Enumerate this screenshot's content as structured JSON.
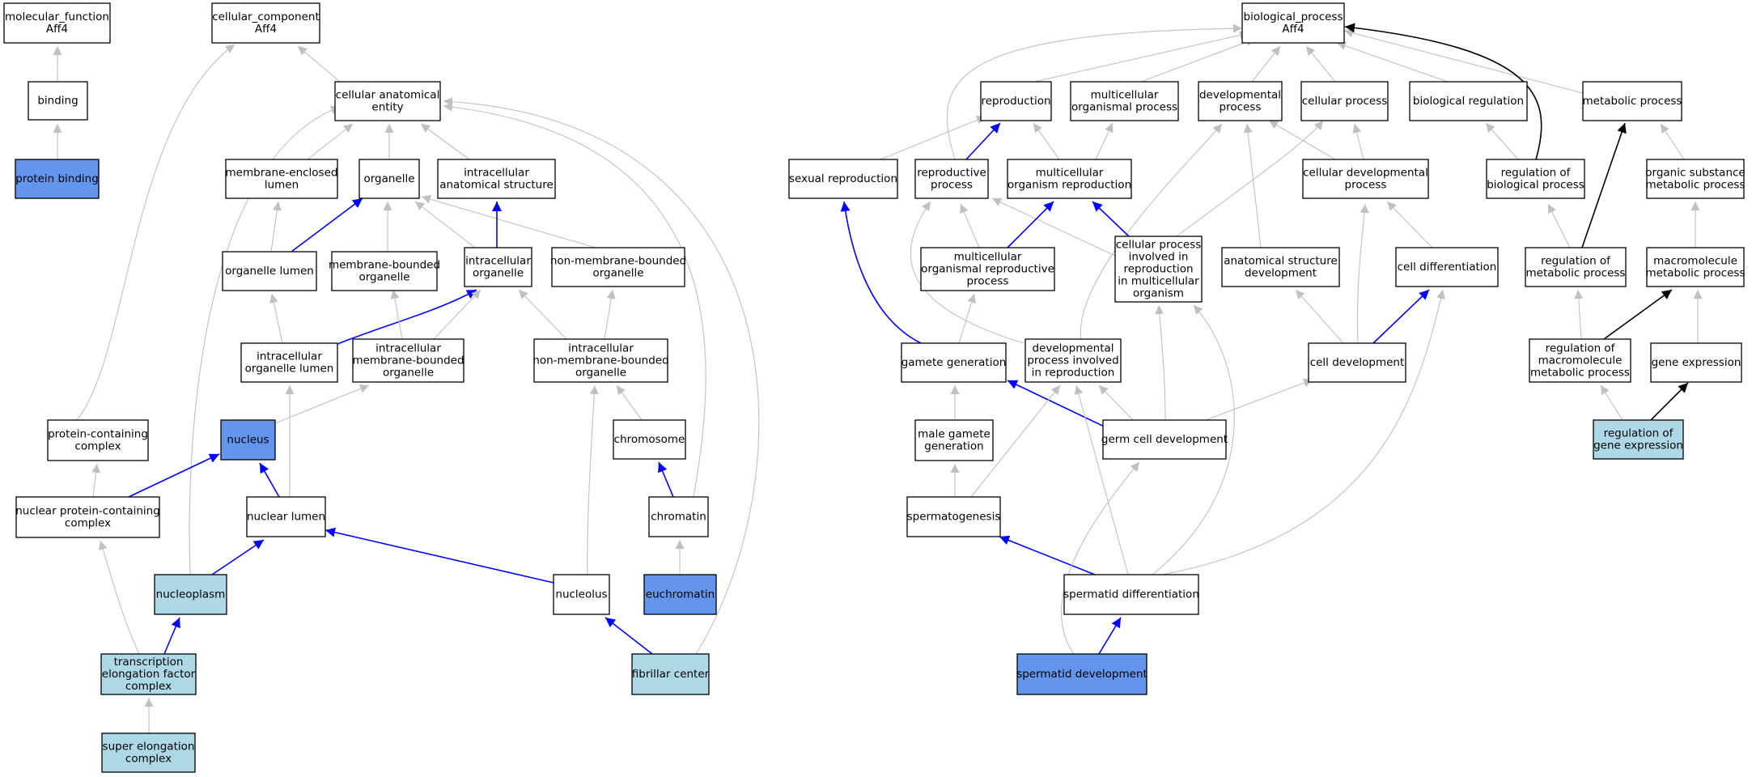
{
  "colors": {
    "node_default": "#ffffff",
    "node_annotated": "#6495ed",
    "node_light": "#add8e6",
    "edge_gray": "#c0c0c0",
    "edge_blue": "#0000ff",
    "edge_black": "#000000"
  },
  "nodes": {
    "mf": {
      "lines": [
        "molecular_function",
        "Aff4"
      ],
      "fill": "white"
    },
    "cc": {
      "lines": [
        "cellular_component",
        "Aff4"
      ],
      "fill": "white"
    },
    "binding": {
      "lines": [
        "binding"
      ],
      "fill": "white"
    },
    "protein_binding": {
      "lines": [
        "protein binding"
      ],
      "fill": "annotated"
    },
    "cae": {
      "lines": [
        "cellular anatomical",
        "entity"
      ],
      "fill": "white"
    },
    "mel": {
      "lines": [
        "membrane-enclosed",
        "lumen"
      ],
      "fill": "white"
    },
    "organelle": {
      "lines": [
        "organelle"
      ],
      "fill": "white"
    },
    "ias": {
      "lines": [
        "intracellular",
        "anatomical structure"
      ],
      "fill": "white"
    },
    "org_lumen": {
      "lines": [
        "organelle lumen"
      ],
      "fill": "white"
    },
    "mbo": {
      "lines": [
        "membrane-bounded",
        "organelle"
      ],
      "fill": "white"
    },
    "io": {
      "lines": [
        "intracellular",
        "organelle"
      ],
      "fill": "white"
    },
    "nmbo": {
      "lines": [
        "non-membrane-bounded",
        "organelle"
      ],
      "fill": "white"
    },
    "iol": {
      "lines": [
        "intracellular",
        "organelle lumen"
      ],
      "fill": "white"
    },
    "imbo": {
      "lines": [
        "intracellular",
        "membrane-bounded",
        "organelle"
      ],
      "fill": "white"
    },
    "inmbo": {
      "lines": [
        "intracellular",
        "non-membrane-bounded",
        "organelle"
      ],
      "fill": "white"
    },
    "pcc": {
      "lines": [
        "protein-containing",
        "complex"
      ],
      "fill": "white"
    },
    "nucleus": {
      "lines": [
        "nucleus"
      ],
      "fill": "annotated"
    },
    "chromosome": {
      "lines": [
        "chromosome"
      ],
      "fill": "white"
    },
    "npcc": {
      "lines": [
        "nuclear protein-containing",
        "complex"
      ],
      "fill": "white"
    },
    "nuclear_lumen": {
      "lines": [
        "nuclear lumen"
      ],
      "fill": "white"
    },
    "chromatin": {
      "lines": [
        "chromatin"
      ],
      "fill": "white"
    },
    "nucleoplasm": {
      "lines": [
        "nucleoplasm"
      ],
      "fill": "light"
    },
    "nucleolus": {
      "lines": [
        "nucleolus"
      ],
      "fill": "white"
    },
    "euchromatin": {
      "lines": [
        "euchromatin"
      ],
      "fill": "annotated"
    },
    "tefc": {
      "lines": [
        "transcription",
        "elongation factor",
        "complex"
      ],
      "fill": "light"
    },
    "fibrillar": {
      "lines": [
        "fibrillar center"
      ],
      "fill": "light"
    },
    "sec": {
      "lines": [
        "super elongation",
        "complex"
      ],
      "fill": "light"
    },
    "bp": {
      "lines": [
        "biological_process",
        "Aff4"
      ],
      "fill": "white"
    },
    "reproduction": {
      "lines": [
        "reproduction"
      ],
      "fill": "white"
    },
    "mop": {
      "lines": [
        "multicellular",
        "organismal process"
      ],
      "fill": "white"
    },
    "devp": {
      "lines": [
        "developmental",
        "process"
      ],
      "fill": "white"
    },
    "cellp": {
      "lines": [
        "cellular process"
      ],
      "fill": "white"
    },
    "bioreg": {
      "lines": [
        "biological regulation"
      ],
      "fill": "white"
    },
    "metp": {
      "lines": [
        "metabolic process"
      ],
      "fill": "white"
    },
    "sexrep": {
      "lines": [
        "sexual reproduction"
      ],
      "fill": "white"
    },
    "repp": {
      "lines": [
        "reproductive",
        "process"
      ],
      "fill": "white"
    },
    "mor": {
      "lines": [
        "multicellular",
        "organism reproduction"
      ],
      "fill": "white"
    },
    "cdp": {
      "lines": [
        "cellular developmental",
        "process"
      ],
      "fill": "white"
    },
    "rbp": {
      "lines": [
        "regulation of",
        "biological process"
      ],
      "fill": "white"
    },
    "osmp": {
      "lines": [
        "organic substance",
        "metabolic process"
      ],
      "fill": "white"
    },
    "morp": {
      "lines": [
        "multicellular",
        "organismal reproductive",
        "process"
      ],
      "fill": "white"
    },
    "cpirm": {
      "lines": [
        "cellular process",
        "involved in",
        "reproduction",
        "in multicellular",
        "organism"
      ],
      "fill": "white"
    },
    "asd": {
      "lines": [
        "anatomical structure",
        "development"
      ],
      "fill": "white"
    },
    "celldiff": {
      "lines": [
        "cell differentiation"
      ],
      "fill": "white"
    },
    "rmp": {
      "lines": [
        "regulation of",
        "metabolic process"
      ],
      "fill": "white"
    },
    "mmp": {
      "lines": [
        "macromolecule",
        "metabolic process"
      ],
      "fill": "white"
    },
    "gamgen": {
      "lines": [
        "gamete generation"
      ],
      "fill": "white"
    },
    "dpir": {
      "lines": [
        "developmental",
        "process involved",
        "in reproduction"
      ],
      "fill": "white"
    },
    "celldev": {
      "lines": [
        "cell development"
      ],
      "fill": "white"
    },
    "rmmp": {
      "lines": [
        "regulation of",
        "macromolecule",
        "metabolic process"
      ],
      "fill": "white"
    },
    "geneexp": {
      "lines": [
        "gene expression"
      ],
      "fill": "white"
    },
    "mgg": {
      "lines": [
        "male gamete",
        "generation"
      ],
      "fill": "white"
    },
    "germdev": {
      "lines": [
        "germ cell development"
      ],
      "fill": "white"
    },
    "rge": {
      "lines": [
        "regulation of",
        "gene expression"
      ],
      "fill": "light"
    },
    "spermato": {
      "lines": [
        "spermatogenesis"
      ],
      "fill": "white"
    },
    "spermdiff": {
      "lines": [
        "spermatid differentiation"
      ],
      "fill": "white"
    },
    "spermdev": {
      "lines": [
        "spermatid development"
      ],
      "fill": "annotated"
    }
  },
  "edges": [
    {
      "from": "binding",
      "to": "mf",
      "color": "gray"
    },
    {
      "from": "protein_binding",
      "to": "binding",
      "color": "gray"
    },
    {
      "from": "cae",
      "to": "cc",
      "color": "gray"
    },
    {
      "from": "pcc",
      "to": "cc",
      "color": "gray"
    },
    {
      "from": "mel",
      "to": "cae",
      "color": "gray"
    },
    {
      "from": "organelle",
      "to": "cae",
      "color": "gray"
    },
    {
      "from": "ias",
      "to": "cae",
      "color": "gray"
    },
    {
      "from": "nucleoplasm",
      "to": "cae",
      "color": "gray"
    },
    {
      "from": "chromatin",
      "to": "cae",
      "color": "gray"
    },
    {
      "from": "fibrillar",
      "to": "cae",
      "color": "gray"
    },
    {
      "from": "org_lumen",
      "to": "mel",
      "color": "gray"
    },
    {
      "from": "org_lumen",
      "to": "organelle",
      "color": "blue"
    },
    {
      "from": "mbo",
      "to": "organelle",
      "color": "gray"
    },
    {
      "from": "io",
      "to": "organelle",
      "color": "gray"
    },
    {
      "from": "nmbo",
      "to": "organelle",
      "color": "gray"
    },
    {
      "from": "io",
      "to": "ias",
      "color": "blue"
    },
    {
      "from": "iol",
      "to": "org_lumen",
      "color": "gray"
    },
    {
      "from": "iol",
      "to": "io",
      "color": "blue"
    },
    {
      "from": "imbo",
      "to": "mbo",
      "color": "gray"
    },
    {
      "from": "imbo",
      "to": "io",
      "color": "gray"
    },
    {
      "from": "inmbo",
      "to": "io",
      "color": "gray"
    },
    {
      "from": "inmbo",
      "to": "nmbo",
      "color": "gray"
    },
    {
      "from": "nucleus",
      "to": "imbo",
      "color": "gray"
    },
    {
      "from": "nuclear_lumen",
      "to": "iol",
      "color": "gray"
    },
    {
      "from": "chromosome",
      "to": "inmbo",
      "color": "gray"
    },
    {
      "from": "nucleolus",
      "to": "inmbo",
      "color": "gray"
    },
    {
      "from": "npcc",
      "to": "pcc",
      "color": "gray"
    },
    {
      "from": "npcc",
      "to": "nucleus",
      "color": "blue"
    },
    {
      "from": "nuclear_lumen",
      "to": "nucleus",
      "color": "blue"
    },
    {
      "from": "chromatin",
      "to": "chromosome",
      "color": "blue"
    },
    {
      "from": "nucleoplasm",
      "to": "nuclear_lumen",
      "color": "blue"
    },
    {
      "from": "nucleolus",
      "to": "nuclear_lumen",
      "color": "blue"
    },
    {
      "from": "euchromatin",
      "to": "chromatin",
      "color": "gray"
    },
    {
      "from": "tefc",
      "to": "nucleoplasm",
      "color": "blue"
    },
    {
      "from": "tefc",
      "to": "npcc",
      "color": "gray"
    },
    {
      "from": "fibrillar",
      "to": "nucleolus",
      "color": "blue"
    },
    {
      "from": "sec",
      "to": "tefc",
      "color": "gray"
    },
    {
      "from": "reproduction",
      "to": "bp",
      "color": "gray"
    },
    {
      "from": "mop",
      "to": "bp",
      "color": "gray"
    },
    {
      "from": "devp",
      "to": "bp",
      "color": "gray"
    },
    {
      "from": "cellp",
      "to": "bp",
      "color": "gray"
    },
    {
      "from": "bioreg",
      "to": "bp",
      "color": "gray"
    },
    {
      "from": "metp",
      "to": "bp",
      "color": "gray"
    },
    {
      "from": "repp",
      "to": "bp",
      "color": "gray"
    },
    {
      "from": "rbp",
      "to": "bp",
      "color": "black"
    },
    {
      "from": "sexrep",
      "to": "reproduction",
      "color": "gray"
    },
    {
      "from": "repp",
      "to": "reproduction",
      "color": "blue"
    },
    {
      "from": "mor",
      "to": "reproduction",
      "color": "gray"
    },
    {
      "from": "mor",
      "to": "mop",
      "color": "gray"
    },
    {
      "from": "dpir",
      "to": "devp",
      "color": "gray"
    },
    {
      "from": "asd",
      "to": "devp",
      "color": "gray"
    },
    {
      "from": "cdp",
      "to": "devp",
      "color": "gray"
    },
    {
      "from": "cdp",
      "to": "cellp",
      "color": "gray"
    },
    {
      "from": "cpirm",
      "to": "cellp",
      "color": "gray"
    },
    {
      "from": "rbp",
      "to": "bioreg",
      "color": "gray"
    },
    {
      "from": "osmp",
      "to": "metp",
      "color": "gray"
    },
    {
      "from": "rmp",
      "to": "metp",
      "color": "black"
    },
    {
      "from": "morp",
      "to": "repp",
      "color": "gray"
    },
    {
      "from": "cpirm",
      "to": "repp",
      "color": "gray"
    },
    {
      "from": "gamgen",
      "to": "repp",
      "color": "gray"
    },
    {
      "from": "morp",
      "to": "mor",
      "color": "blue"
    },
    {
      "from": "cpirm",
      "to": "mor",
      "color": "blue"
    },
    {
      "from": "celldiff",
      "to": "cdp",
      "color": "gray"
    },
    {
      "from": "celldev",
      "to": "cdp",
      "color": "gray"
    },
    {
      "from": "rmp",
      "to": "rbp",
      "color": "gray"
    },
    {
      "from": "mmp",
      "to": "osmp",
      "color": "gray"
    },
    {
      "from": "gamgen",
      "to": "sexrep",
      "color": "blue"
    },
    {
      "from": "gamgen",
      "to": "morp",
      "color": "gray"
    },
    {
      "from": "germdev",
      "to": "cpirm",
      "color": "gray"
    },
    {
      "from": "spermdiff",
      "to": "cpirm",
      "color": "gray"
    },
    {
      "from": "celldev",
      "to": "asd",
      "color": "gray"
    },
    {
      "from": "celldev",
      "to": "celldiff",
      "color": "blue"
    },
    {
      "from": "spermdiff",
      "to": "celldiff",
      "color": "gray"
    },
    {
      "from": "rmmp",
      "to": "rmp",
      "color": "gray"
    },
    {
      "from": "rmmp",
      "to": "mmp",
      "color": "black"
    },
    {
      "from": "geneexp",
      "to": "mmp",
      "color": "gray"
    },
    {
      "from": "mgg",
      "to": "gamgen",
      "color": "gray"
    },
    {
      "from": "germdev",
      "to": "gamgen",
      "color": "blue"
    },
    {
      "from": "germdev",
      "to": "dpir",
      "color": "gray"
    },
    {
      "from": "germdev",
      "to": "celldev",
      "color": "gray"
    },
    {
      "from": "spermato",
      "to": "dpir",
      "color": "gray"
    },
    {
      "from": "spermdiff",
      "to": "dpir",
      "color": "gray"
    },
    {
      "from": "rge",
      "to": "rmmp",
      "color": "gray"
    },
    {
      "from": "rge",
      "to": "geneexp",
      "color": "black"
    },
    {
      "from": "spermato",
      "to": "mgg",
      "color": "gray"
    },
    {
      "from": "spermdiff",
      "to": "spermato",
      "color": "blue"
    },
    {
      "from": "spermdev",
      "to": "germdev",
      "color": "gray"
    },
    {
      "from": "spermdev",
      "to": "spermdiff",
      "color": "blue"
    }
  ]
}
